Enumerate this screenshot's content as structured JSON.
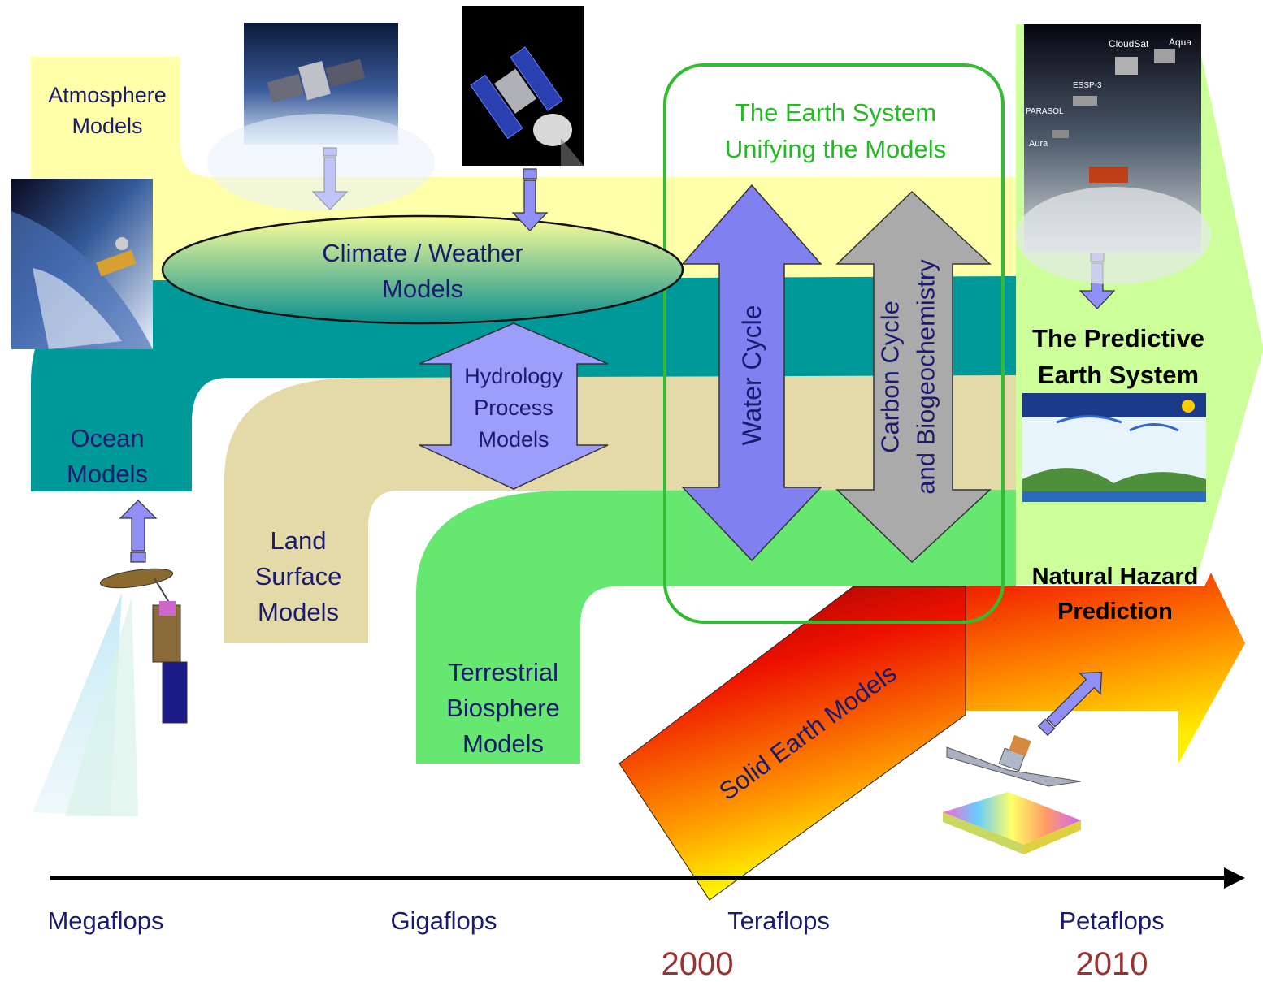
{
  "bands": {
    "atmosphere": "Atmosphere\nModels",
    "ocean": "Ocean\nModels",
    "land": "Land\nSurface\nModels",
    "terrestrial": "Terrestrial\nBiosphere\nModels",
    "solid_earth": "Solid Earth Models"
  },
  "climate_weather": "Climate / Weather\nModels",
  "hydrology": "Hydrology\nProcess\nModels",
  "earth_system_box": "The Earth System\nUnifying the Models",
  "water_cycle": "Water Cycle",
  "carbon_cycle": "Carbon Cycle\nand Biogeochemistry",
  "predictive": "The Predictive\nEarth System",
  "natural_hazard": "Natural Hazard\nPrediction",
  "image_labels": {
    "cloudsat": "CloudSat",
    "aqua": "Aqua",
    "essp3": "ESSP-3",
    "parasol": "PARASOL",
    "aura": "Aura"
  },
  "timeline": {
    "ticks": [
      {
        "label": "Megaflops",
        "year": ""
      },
      {
        "label": "Gigaflops",
        "year": ""
      },
      {
        "label": "Teraflops",
        "year": "2000"
      },
      {
        "label": "Petaflops",
        "year": "2010"
      }
    ]
  },
  "colors": {
    "atmosphere": "#ffffaa",
    "ocean": "#009999",
    "land": "#e3daa8",
    "terrestrial": "#66e870",
    "predictive": "#ccff99",
    "arrow_purple": "#8f8ff5",
    "earth_system_border": "#33bb33",
    "text_navy": "#1a1a6e",
    "year_red": "#993333"
  }
}
